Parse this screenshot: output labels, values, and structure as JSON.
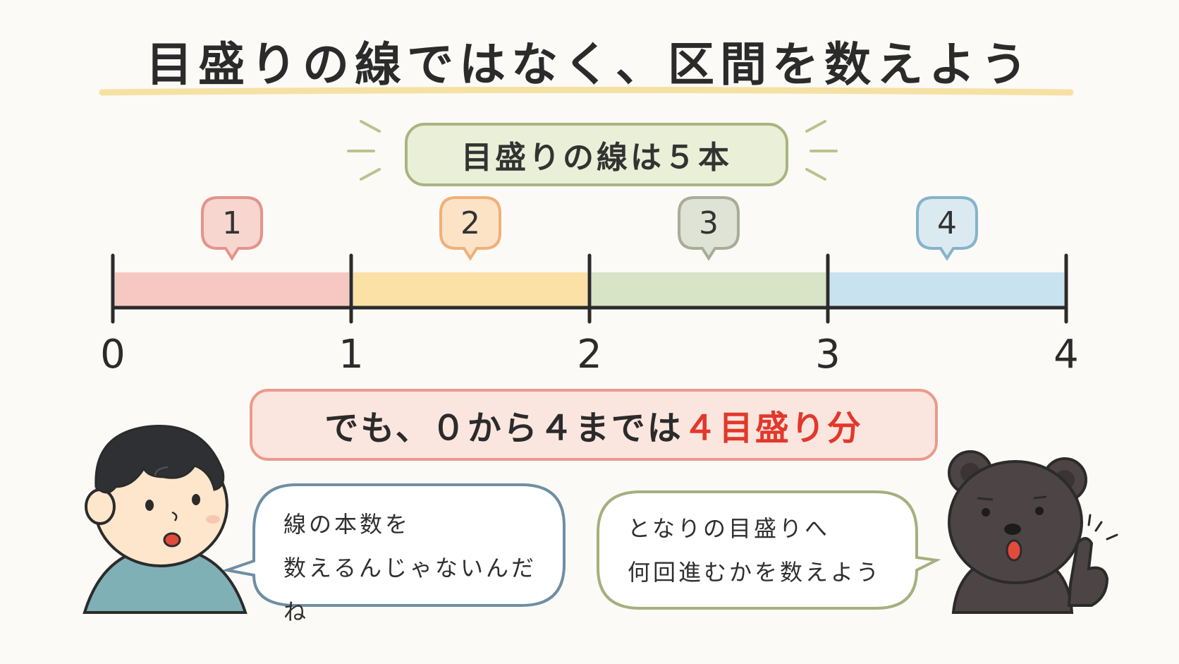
{
  "title": "目盛りの線ではなく、区間を数えよう",
  "lines_badge": "目盛りの線は５本",
  "number_line": {
    "ticks": [
      "0",
      "1",
      "2",
      "3",
      "4"
    ],
    "segments": [
      {
        "label": "1",
        "color": "#f7c8c2",
        "label_bg": "#f8d6d0",
        "label_border": "#e4948c"
      },
      {
        "label": "2",
        "color": "#fbe1a6",
        "label_bg": "#fde3c6",
        "label_border": "#f0b07a"
      },
      {
        "label": "3",
        "color": "#d7e4c6",
        "label_bg": "#dfe3d5",
        "label_border": "#a7ad97"
      },
      {
        "label": "4",
        "color": "#c9e2ef",
        "label_bg": "#dbeaf1",
        "label_border": "#86b3c9"
      }
    ]
  },
  "note": {
    "prefix": "でも、０から４までは",
    "highlight": "４目盛り分",
    "highlight_color": "#e2382b"
  },
  "boy_speech": {
    "line1": "線の本数を",
    "line2": "数えるんじゃないんだね"
  },
  "bear_speech": {
    "line1": "となりの目盛りへ",
    "line2": "何回進むかを数えよう"
  },
  "characters": {
    "boy": "boy-character-icon",
    "bear": "bear-character-icon"
  }
}
